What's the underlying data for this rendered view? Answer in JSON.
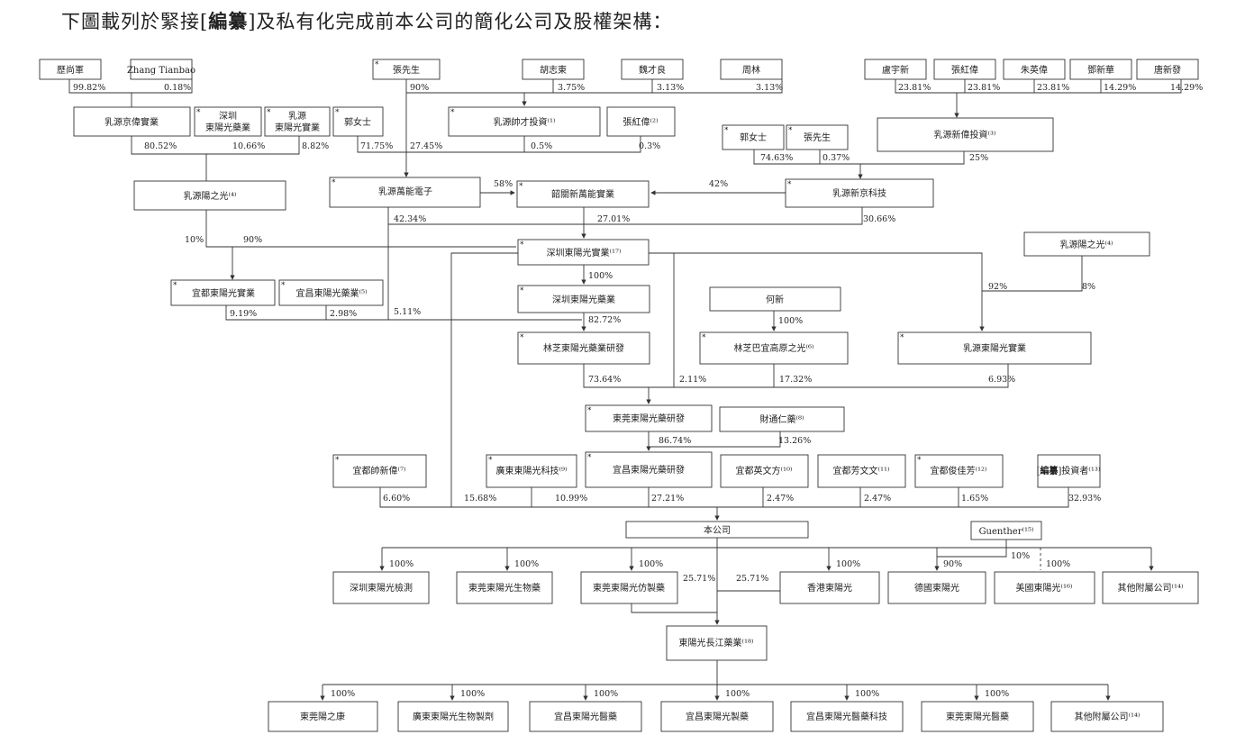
{
  "heading": {
    "text_a": "下圖載列於緊接[",
    "text_b": "編纂",
    "text_c": "]及私有化完成前本公司的簡化公司及股權架構："
  },
  "nodes": {
    "n_lishangjun": "歷尚軍",
    "n_zhangtianbao": "Zhang Tianbao",
    "n_zhang1": "張先生",
    "n_huzhidong": "胡志東",
    "n_weicailiang": "魏才良",
    "n_zhoulin": "周林",
    "n_luyuxin": "盧宇新",
    "n_zhanghongwei_t": "張紅偉",
    "n_zhuyingwei": "朱英偉",
    "n_dengxinhua": "鄧新華",
    "n_tangxinfa": "唐新發",
    "n_ryjw": "乳源京偉實業",
    "n_szdyg_1": "深圳",
    "n_szdyg_2": "東陽光藥業",
    "n_rydyg_1": "乳源",
    "n_rydyg_2": "東陽光實業",
    "n_guo1": "郭女士",
    "n_rysc": "乳源帥才投資⁽¹⁾",
    "n_zhw2": "張紅偉⁽²⁾",
    "n_ryxw": "乳源新偉投資⁽³⁾",
    "n_guo2": "郭女士",
    "n_zhang2": "張先生",
    "n_ryygz": "乳源陽之光⁽⁴⁾",
    "n_rywn": "乳源萬能電子",
    "n_sgxwn": "韶關新萬能實業",
    "n_ryxj": "乳源新京科技",
    "n_szdygsy": "深圳東陽光實業⁽¹⁷⁾",
    "n_ryygz2": "乳源陽之光⁽⁴⁾",
    "n_ydsy": "宜都東陽光實業",
    "n_ycyy": "宜昌東陽光藥業⁽⁵⁾",
    "n_szyy": "深圳東陽光藥業",
    "n_hexin": "何新",
    "n_lzyf": "林芝東陽光藥業研發",
    "n_lzbyg": "林芝巴宜高原之光⁽⁶⁾",
    "n_rydygsy": "乳源東陽光實業",
    "n_dgyf": "東莞東陽光藥研發",
    "n_catr": "財通仁藥⁽⁸⁾",
    "n_ydsx": "宜都帥新偉⁽⁷⁾",
    "n_gdkj": "廣東東陽光科技⁽⁹⁾",
    "n_ycyf": "宜昌東陽光藥研發",
    "n_ydyw": "宜都英文方⁽¹⁰⁾",
    "n_ydfw": "宜都芳文文⁽¹¹⁾",
    "n_ydjf": "宜都俊佳芳⁽¹²⁾",
    "n_inv_a": "[",
    "n_inv_b": "編纂",
    "n_inv_c": "]投資者⁽¹³⁾",
    "n_company": "本公司",
    "n_guenther": "Guenther⁽¹⁵⁾",
    "n_szjc": "深圳東陽光檢測",
    "n_dgsw": "東莞東陽光生物藥",
    "n_dgfz": "東莞東陽光仿製藥",
    "n_hk": "香港東陽光",
    "n_de": "德國東陽光",
    "n_us": "美國東陽光⁽¹⁶⁾",
    "n_other1": "其他附屬公司⁽¹⁴⁾",
    "n_cj": "東陽光長江藥業⁽¹⁸⁾",
    "n_dgyzk": "東莞陽之康",
    "n_gdsw": "廣東東陽光生物製劑",
    "n_ycyy2": "宜昌東陽光醫藥",
    "n_yczy": "宜昌東陽光製藥",
    "n_ycyykj": "宜昌東陽光醫藥科技",
    "n_dgyy": "東莞東陽光醫藥",
    "n_other2": "其他附屬公司⁽¹⁴⁾"
  },
  "pcts": {
    "p1": "99.82%",
    "p2": "0.18%",
    "p3": "90%",
    "p4": "3.75%",
    "p5": "3.13%",
    "p6": "3.13%",
    "p7": "23.81%",
    "p8": "23.81%",
    "p9": "23.81%",
    "p10": "14.29%",
    "p11": "14.29%",
    "p12": "80.52%",
    "p13": "10.66%",
    "p14": "8.82%",
    "p15": "71.75%",
    "p16": "27.45%",
    "p17": "0.5%",
    "p18": "0.3%",
    "p19": "74.63%",
    "p20": "0.37%",
    "p21": "25%",
    "p22": "58%",
    "p23": "42%",
    "p24": "42.34%",
    "p25": "27.01%",
    "p26": "30.66%",
    "p27": "10%",
    "p28": "90%",
    "p29": "100%",
    "p30": "92%",
    "p31": "8%",
    "p32": "9.19%",
    "p33": "2.98%",
    "p34": "5.11%",
    "p35": "82.72%",
    "p36": "100%",
    "p37": "73.64%",
    "p38": "2.11%",
    "p39": "17.32%",
    "p40": "6.93%",
    "p41": "86.74%",
    "p42": "13.26%",
    "p43": "6.60%",
    "p44": "15.68%",
    "p45": "10.99%",
    "p46": "27.21%",
    "p47": "2.47%",
    "p48": "2.47%",
    "p49": "1.65%",
    "p50": "32.93%",
    "p51": "100%",
    "p52": "100%",
    "p53": "100%",
    "p54": "25.71%",
    "p55": "25.71%",
    "p56": "100%",
    "p57": "10%",
    "p58": "90%",
    "p59": "100%",
    "p60": "100%",
    "p61": "100%",
    "p62": "100%",
    "p63": "100%",
    "p64": "100%",
    "p65": "100%"
  },
  "star": "*"
}
